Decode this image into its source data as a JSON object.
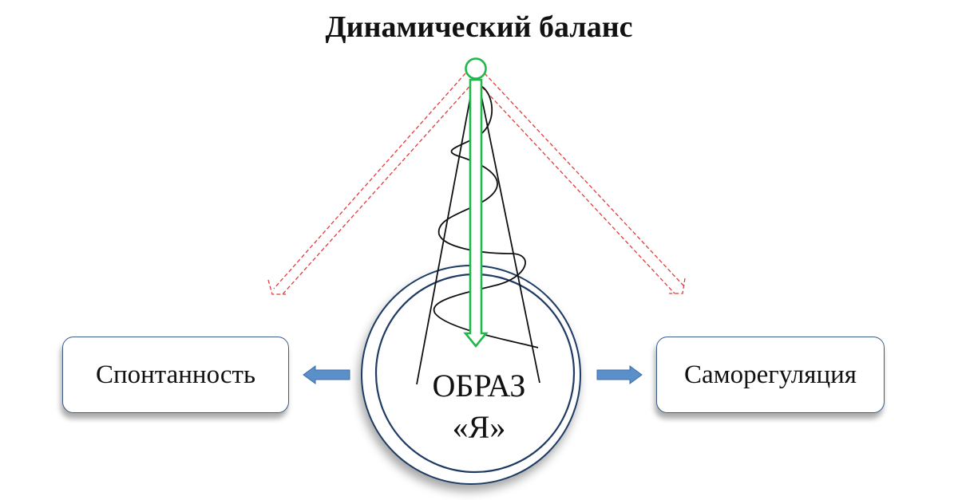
{
  "title": "Динамический баланс",
  "left_box": {
    "label": "Спонтанность"
  },
  "right_box": {
    "label": "Саморегуляция"
  },
  "center": {
    "line1": "ОБРАЗ",
    "line2": "«Я»"
  },
  "colors": {
    "box_border": "#3c5b86",
    "circle_border": "#1f3a63",
    "arrow_blue": "#5b8fc9",
    "arrow_green": "#1fb84a",
    "dashed_red": "#e23b3b",
    "spiral": "#111111"
  }
}
